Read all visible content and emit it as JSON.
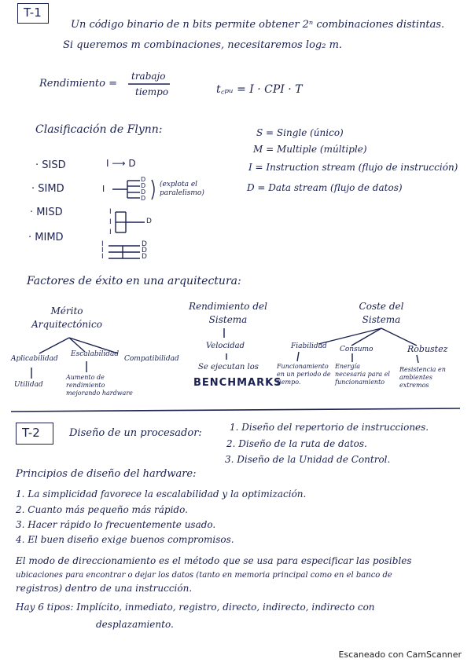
{
  "t1": {
    "tag": "T-1",
    "line1": "Un código binario de n bits permite obtener 2ⁿ combinaciones distintas.",
    "line2": "Si queremos m combinaciones, necesitaremos log₂ m.",
    "rend_label": "Rendimiento =",
    "rend_num": "trabajo",
    "rend_den": "tiempo",
    "tcpu": "t꜀ₚᵤ = I · CPI · T",
    "flynn_title": "Clasificación de Flynn:",
    "flynn": [
      "· SISD",
      "· SIMD",
      "· MISD",
      "· MIMD"
    ],
    "sisd_diag": "I ⟶ D",
    "simd_note": "(explota el paralelismo)",
    "defs": [
      "S = Single (único)",
      "M = Multiple (múltiple)",
      "I = Instruction stream (flujo de instrucción)",
      "D = Data stream (flujo de datos)"
    ],
    "factores_title": "Factores de éxito en una arquitectura:",
    "merito": "Mérito Arquitectónico",
    "rend_sis": "Rendimiento del Sistema",
    "coste": "Coste del Sistema",
    "aplic": "Aplicabilidad",
    "escal": "Escalabilidad",
    "compat": "Compatibilidad",
    "utilidad": "Utilidad",
    "aumento": "Aumento de rendimiento mejorando hardware",
    "velocidad": "Velocidad",
    "seejec": "Se ejecutan los",
    "benchmarks": "BENCHMARKS",
    "fiab": "Fiabilidad",
    "consumo": "Consumo",
    "robustez": "Robustez",
    "fiab_d": "Funcionamiento en un periodo de tiempo.",
    "consumo_d": "Energía necesaria para el funcionamiento",
    "robustez_d": "Resistencia en ambientes extremos"
  },
  "t2": {
    "tag": "T-2",
    "diseno": "Diseño de un procesador:",
    "pasos": [
      "1. Diseño del repertorio de instrucciones.",
      "2. Diseño de la ruta de datos.",
      "3. Diseño de la Unidad de Control."
    ],
    "principios_title": "Principios de diseño del hardware:",
    "principios": [
      "1. La simplicidad favorece la escalabilidad y la optimización.",
      "2. Cuanto más pequeño más rápido.",
      "3. Hacer rápido lo frecuentemente usado.",
      "4. El buen diseño exige buenos compromisos."
    ],
    "modo": [
      "El modo de direccionamiento es el método que se usa para especificar las posibles",
      "ubicaciones para encontrar o dejar los datos (tanto en memoria principal como en el banco de",
      "registros) dentro de una instrucción."
    ],
    "tipos1": "Hay 6 tipos: Implícito, inmediato, registro, directo, indirecto, indirecto con",
    "tipos2": "desplazamiento."
  },
  "footer": "Escaneado con CamScanner"
}
